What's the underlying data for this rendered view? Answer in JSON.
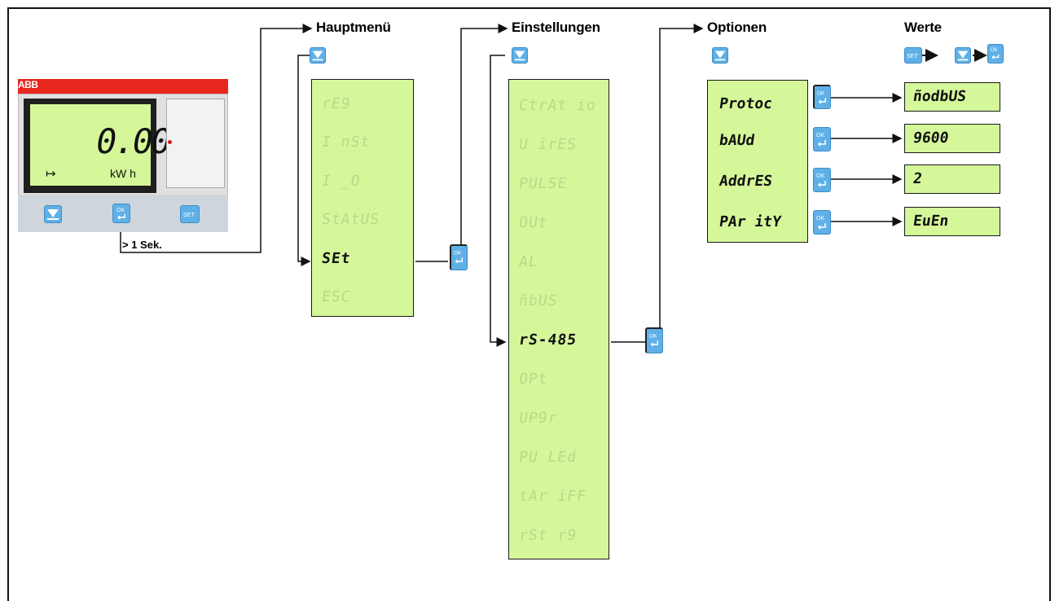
{
  "headers": {
    "hauptmenu": "Hauptmenü",
    "einstellungen": "Einstellungen",
    "optionen": "Optionen",
    "werte": "Werte"
  },
  "device": {
    "logo": "ABB",
    "display_value": "0.00",
    "display_unit": "kW  h",
    "display_arrow": "↦",
    "button_labels": [
      "▼",
      "OK",
      "SET"
    ],
    "hold_note": "> 1 Sek."
  },
  "buttons": {
    "ok_label": "OK",
    "ok_sub": "↵",
    "set_label": "SET"
  },
  "main_menu": {
    "items": [
      "rE9",
      "I nSt",
      "I _O",
      "StAtUS",
      "SEt",
      "ESC"
    ],
    "selected": "SEt"
  },
  "settings_menu": {
    "items": [
      "CtrAt io",
      "U irES",
      "PULSE",
      "OUt",
      "AL",
      "ñbUS",
      "rS-485",
      "OPt",
      "UP9r",
      "PU LEd",
      "tAr iFF",
      "rSt r9"
    ],
    "selected": "rS-485"
  },
  "options_menu": {
    "items": [
      "Protoc",
      "bAUd",
      "AddrES",
      "PAr itY"
    ]
  },
  "values": [
    "ñodbUS",
    "9600",
    "2",
    "EuEn"
  ],
  "colors": {
    "lcd": "#d5f79a",
    "button": "#5fb0e6",
    "brand": "#e8271e"
  }
}
